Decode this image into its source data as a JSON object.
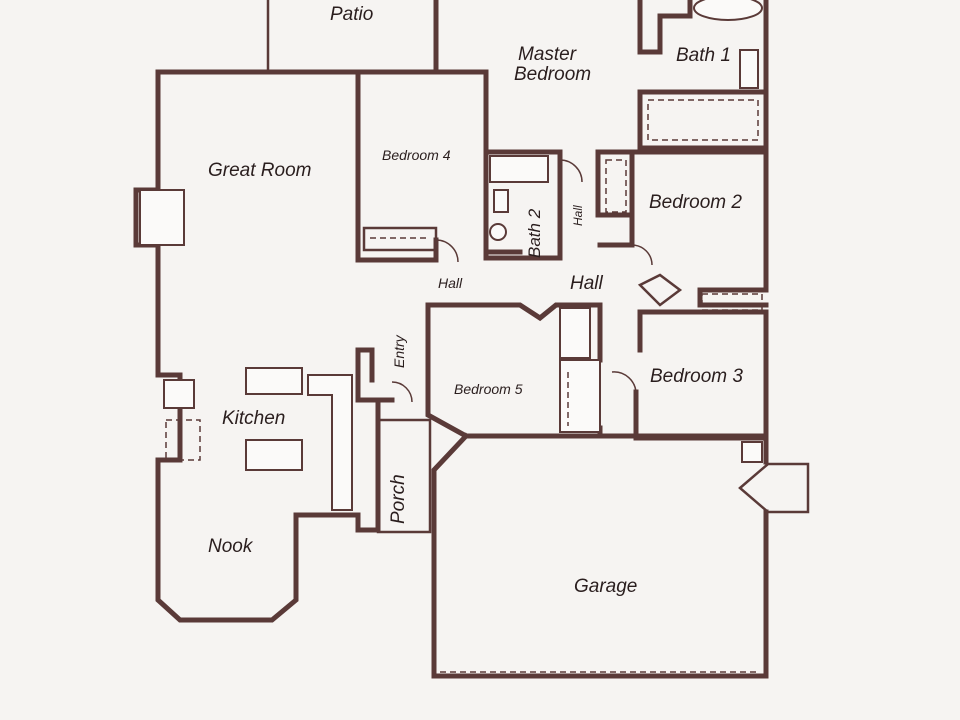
{
  "rooms": {
    "patio": "Patio",
    "master_bedroom_1": "Master",
    "master_bedroom_2": "Bedroom",
    "bath1": "Bath 1",
    "great_room": "Great Room",
    "bedroom4": "Bedroom 4",
    "bath2": "Bath 2",
    "hall_small_vertical": "Hall",
    "bedroom2": "Bedroom 2",
    "hall_small": "Hall",
    "hall": "Hall",
    "entry": "Entry",
    "bedroom5": "Bedroom 5",
    "bedroom3": "Bedroom 3",
    "kitchen": "Kitchen",
    "porch": "Porch",
    "nook": "Nook",
    "garage": "Garage"
  },
  "colors": {
    "wall": "#5a3a38",
    "paper": "#f6f4f2",
    "text": "#2a1e1e"
  }
}
